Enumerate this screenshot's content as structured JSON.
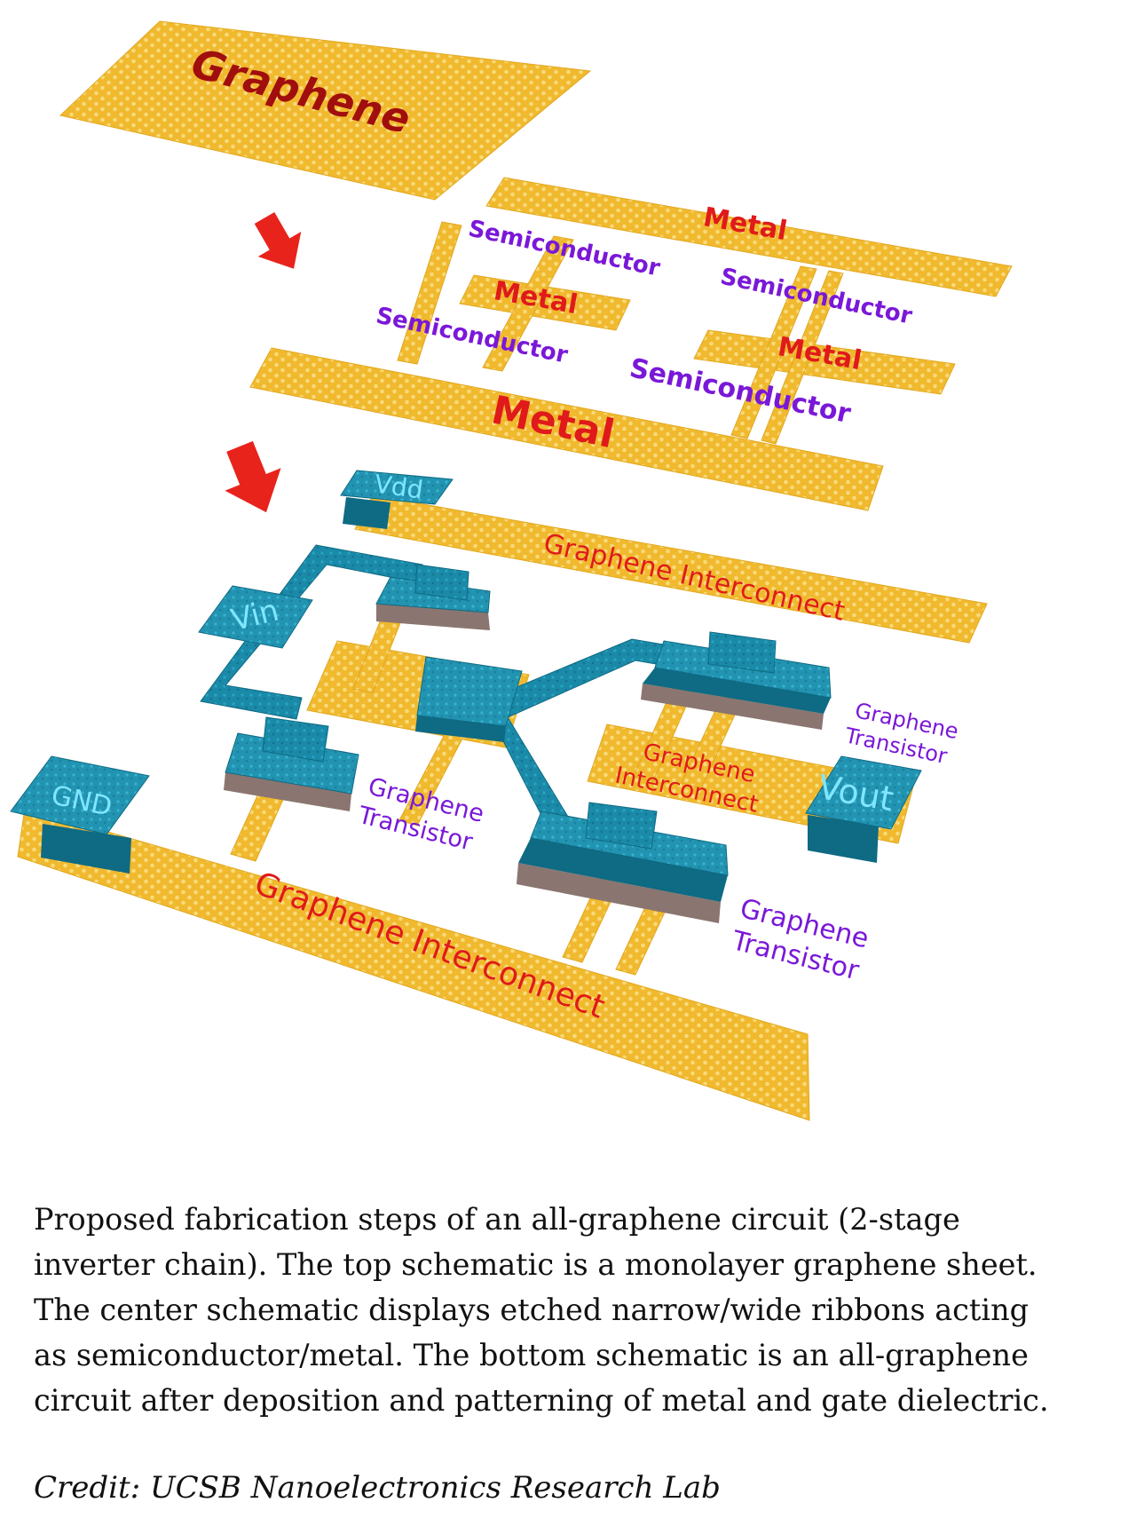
{
  "diagram": {
    "top": {
      "label": "Graphene"
    },
    "middle": {
      "metal_label": "Metal",
      "semiconductor_label": "Semiconductor"
    },
    "bottom": {
      "interconnect_label": "Graphene Interconnect",
      "interconnect_label_line1": "Graphene",
      "interconnect_label_line2": "Interconnect",
      "transistor_line1": "Graphene",
      "transistor_line2": "Transistor",
      "pads": {
        "vdd": "Vdd",
        "vin": "Vin",
        "gnd": "GND",
        "vout": "Vout"
      }
    },
    "colors": {
      "graphene": "#f0b92e",
      "metal_text": "#e01a1a",
      "semiconductor_text": "#7a18d8",
      "dielectric": "#1a8aa8",
      "arrow": "#e8231c"
    },
    "icons": [
      "down-arrow-icon",
      "down-arrow-icon"
    ]
  },
  "caption": {
    "lines": [
      "Proposed fabrication steps of an all-graphene circuit (2-stage",
      "inverter chain). The top schematic is a monolayer graphene sheet.",
      "The center schematic displays etched narrow/wide ribbons acting",
      "as semiconductor/metal. The bottom schematic is an all-graphene",
      "circuit after deposition and patterning of metal and gate dielectric."
    ]
  },
  "credit": "Credit: UCSB Nanoelectronics Research Lab"
}
